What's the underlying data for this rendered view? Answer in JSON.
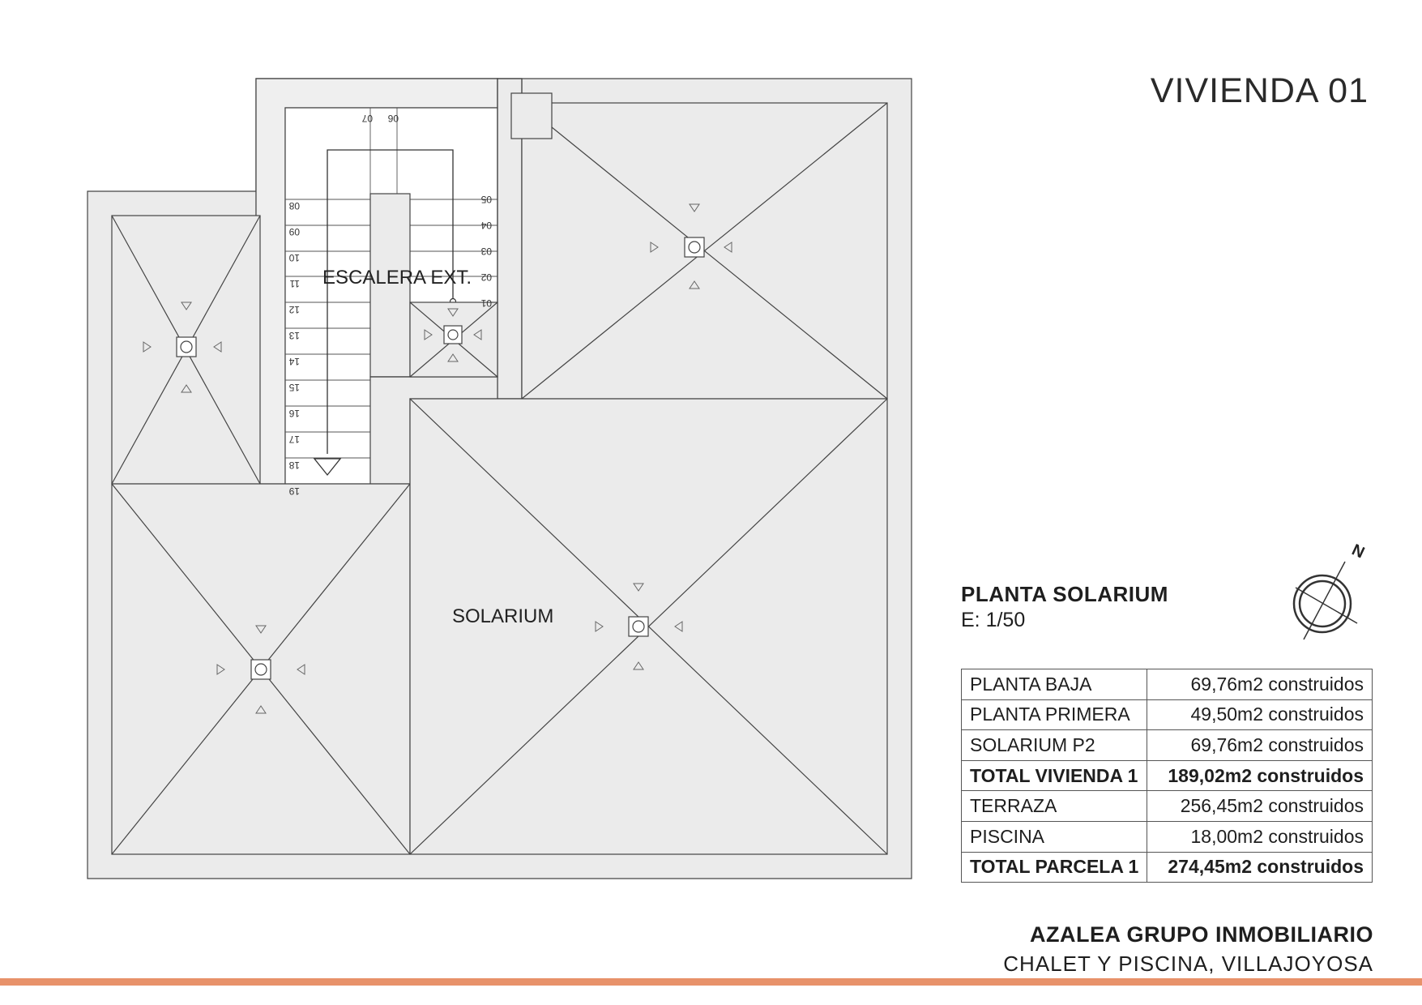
{
  "title": "VIVIENDA 01",
  "plan": {
    "name": "PLANTA SOLARIUM",
    "scale": "E: 1/50",
    "rooms": {
      "stair_label": "ESCALERA EXT.",
      "solarium_label": "SOLARIUM"
    },
    "stair_steps_right": [
      "01",
      "02",
      "03",
      "04",
      "05",
      "06",
      "07"
    ],
    "stair_steps_left": [
      "08",
      "09",
      "10",
      "11",
      "12",
      "13",
      "14",
      "15",
      "16",
      "17",
      "18",
      "19"
    ],
    "north_label": "N",
    "colors": {
      "roof_fill": "#ebebeb",
      "lines": "#444444"
    }
  },
  "areas": {
    "rows": [
      {
        "label": "PLANTA BAJA",
        "value": "69,76m2 construidos",
        "bold": false
      },
      {
        "label": "PLANTA PRIMERA",
        "value": "49,50m2 construidos",
        "bold": false
      },
      {
        "label": "SOLARIUM P2",
        "value": "69,76m2 construidos",
        "bold": false
      },
      {
        "label": "TOTAL VIVIENDA 1",
        "value": "189,02m2 construidos",
        "bold": true
      },
      {
        "label": "TERRAZA",
        "value": "256,45m2 construidos",
        "bold": false
      },
      {
        "label": "PISCINA",
        "value": "18,00m2 construidos",
        "bold": false
      },
      {
        "label": "TOTAL PARCELA 1",
        "value": "274,45m2 construidos",
        "bold": true
      }
    ]
  },
  "footer": {
    "company": "AZALEA GRUPO INMOBILIARIO",
    "project": "CHALET Y PISCINA, VILLAJOYOSA",
    "accent_color": "#e8926a"
  }
}
